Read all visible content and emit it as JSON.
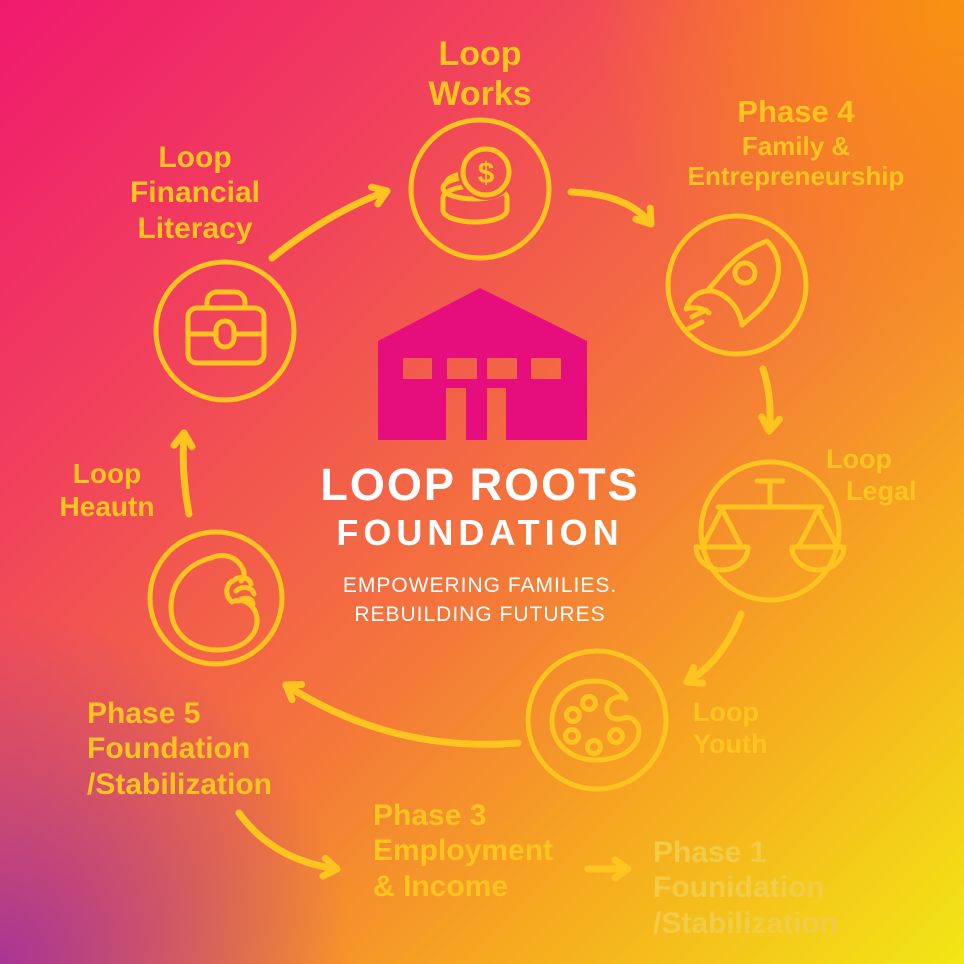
{
  "center": {
    "title_line1": "LOOP ROOTS",
    "title_line2": "FOUNDATION",
    "tagline_line1": "EMPOWERING FAMILIES.",
    "tagline_line2": "REBUILDING FUTURES"
  },
  "nodes": {
    "works": {
      "line1": "Loop",
      "line2": "Works",
      "icon": "coins-icon",
      "coin_symbol": "$"
    },
    "phase4": {
      "line1": "Phase 4",
      "line2": "Family &",
      "line3": "Entrepreneurship",
      "icon": "rocket-icon"
    },
    "legal": {
      "line1": "Loop",
      "line2": "Legal",
      "icon": "scales-icon"
    },
    "youth": {
      "line1": "Loop",
      "line2": "Youth",
      "icon": "palette-icon"
    },
    "phase1": {
      "line1": "Phase 1",
      "line2": "Founidation",
      "line3": "/Stabilization"
    },
    "phase3": {
      "line1": "Phase 3",
      "line2": "Employment",
      "line3": "& Income"
    },
    "phase5": {
      "line1": "Phase 5",
      "line2": "Foundation",
      "line3": "/Stabilization"
    },
    "health": {
      "line1": "Loop",
      "line2": "Heautn",
      "icon": "muscle-icon"
    },
    "financial": {
      "line1": "Loop",
      "line2": "Financial",
      "line3": "Literacy",
      "icon": "briefcase-icon"
    }
  },
  "colors": {
    "accent_gold": "#FFC41F",
    "faded_label_gold": "#F2CC47",
    "house_magenta": "#E60D7D",
    "text_white": "#FFFFFF",
    "gradient_top_left": "#F0196D",
    "gradient_top_right": "#F9920F",
    "gradient_bottom_left": "#A93594",
    "gradient_bottom_right": "#F2E714"
  }
}
